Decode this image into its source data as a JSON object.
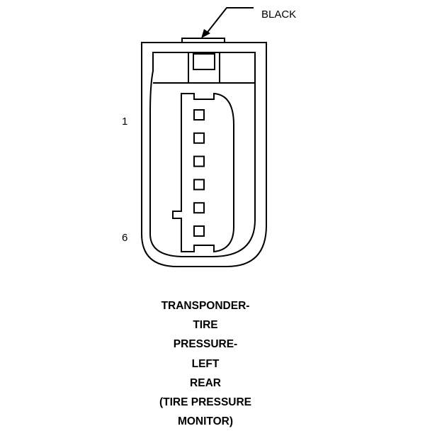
{
  "wire_color_label": "BLACK",
  "pin_first_label": "1",
  "pin_last_label": "6",
  "pin_count": 6,
  "caption_lines": [
    "TRANSPONDER-",
    "TIRE",
    "PRESSURE-",
    "LEFT",
    "REAR",
    "(TIRE PRESSURE",
    "MONITOR)"
  ],
  "colors": {
    "stroke": "#000000",
    "background": "#ffffff"
  }
}
